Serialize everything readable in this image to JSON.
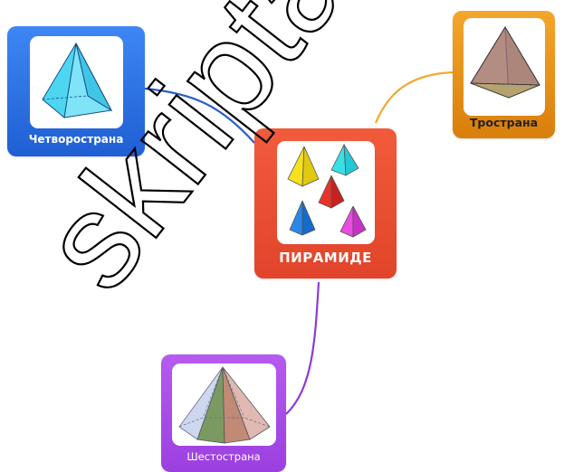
{
  "diagram": {
    "central": {
      "label": "ПИРАМИДЕ",
      "color": "#e84c30"
    },
    "branches": [
      {
        "id": "four",
        "label": "Четворострана",
        "color": "#2b6fe0",
        "connector_color": "#2a5fd0"
      },
      {
        "id": "three",
        "label": "Тространа",
        "color": "#e89118",
        "connector_color": "#f0a830"
      },
      {
        "id": "six",
        "label": "Шестострана",
        "color": "#a94cea",
        "connector_color": "#8e3ad6"
      }
    ],
    "watermark": "skripta.rs"
  },
  "icons": [
    "pyramid-icon"
  ]
}
